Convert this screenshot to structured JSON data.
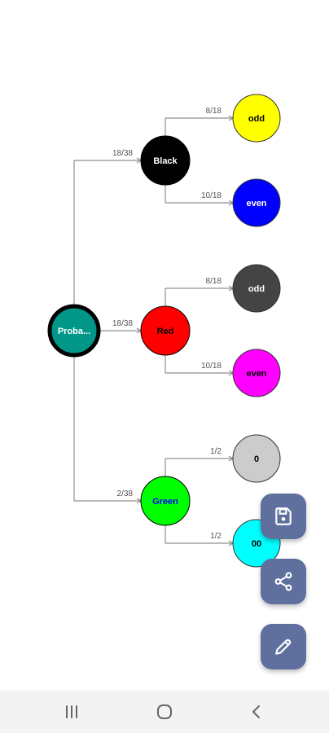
{
  "tree": {
    "root": {
      "label": "Proba...",
      "fill": "#009688",
      "text_color": "#ffffff",
      "border": "#000000"
    },
    "branches": [
      {
        "prob": "18/38",
        "label": "Black",
        "fill": "#000000",
        "text_color": "#ffffff",
        "children": [
          {
            "prob": "8/18",
            "label": "odd",
            "fill": "#ffff00",
            "text_color": "#000000"
          },
          {
            "prob": "10/18",
            "label": "even",
            "fill": "#0000ff",
            "text_color": "#ffffff"
          }
        ]
      },
      {
        "prob": "18/38",
        "label": "Red",
        "fill": "#ff0000",
        "text_color": "#000000",
        "children": [
          {
            "prob": "8/18",
            "label": "odd",
            "fill": "#444444",
            "text_color": "#ffffff"
          },
          {
            "prob": "10/18",
            "label": "even",
            "fill": "#ff00ff",
            "text_color": "#000000"
          }
        ]
      },
      {
        "prob": "2/38",
        "label": "Green",
        "fill": "#00ff00",
        "text_color": "#0000ff",
        "children": [
          {
            "prob": "1/2",
            "label": "0",
            "fill": "#cccccc",
            "text_color": "#000000"
          },
          {
            "prob": "1/2",
            "label": "00",
            "fill": "#00ffff",
            "text_color": "#000000"
          }
        ]
      }
    ]
  },
  "actions": [
    {
      "icon": "save-icon"
    },
    {
      "icon": "share-icon"
    },
    {
      "icon": "edit-icon"
    }
  ],
  "nav": {
    "recents_icon": "recents-icon",
    "home_icon": "home-icon",
    "back_icon": "back-icon"
  }
}
